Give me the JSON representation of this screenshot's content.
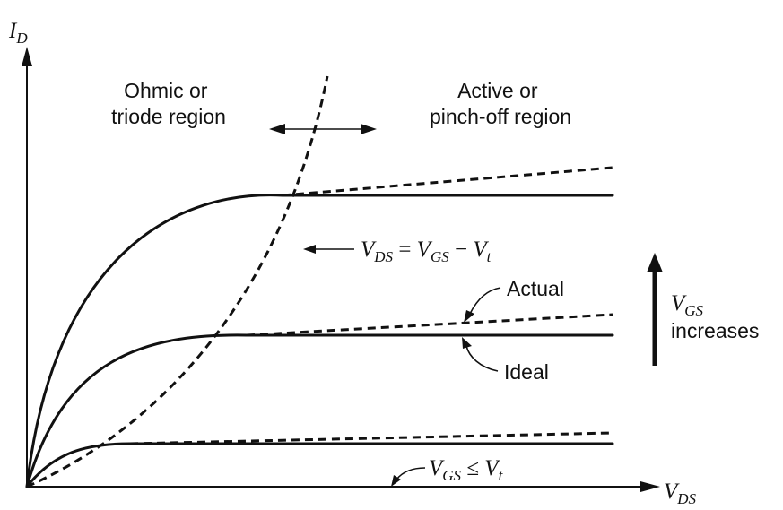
{
  "axes": {
    "y_label": "I",
    "y_sub": "D",
    "x_label": "V",
    "x_sub": "DS"
  },
  "regions": {
    "ohmic_line1": "Ohmic or",
    "ohmic_line2": "triode region",
    "active_line1": "Active or",
    "active_line2": "pinch-off region"
  },
  "boundary": {
    "v1": "V",
    "s1": "DS",
    "eq": " = ",
    "v2": "V",
    "s2": "GS",
    "minus": " − ",
    "v3": "V",
    "s3": "t"
  },
  "threshold": {
    "v1": "V",
    "s1": "GS",
    "rel": " ≤ ",
    "v2": "V",
    "s2": "t"
  },
  "legend": {
    "actual": "Actual",
    "ideal": "Ideal"
  },
  "vgs_note": {
    "v": "V",
    "sub": "GS",
    "text": "increases"
  }
}
